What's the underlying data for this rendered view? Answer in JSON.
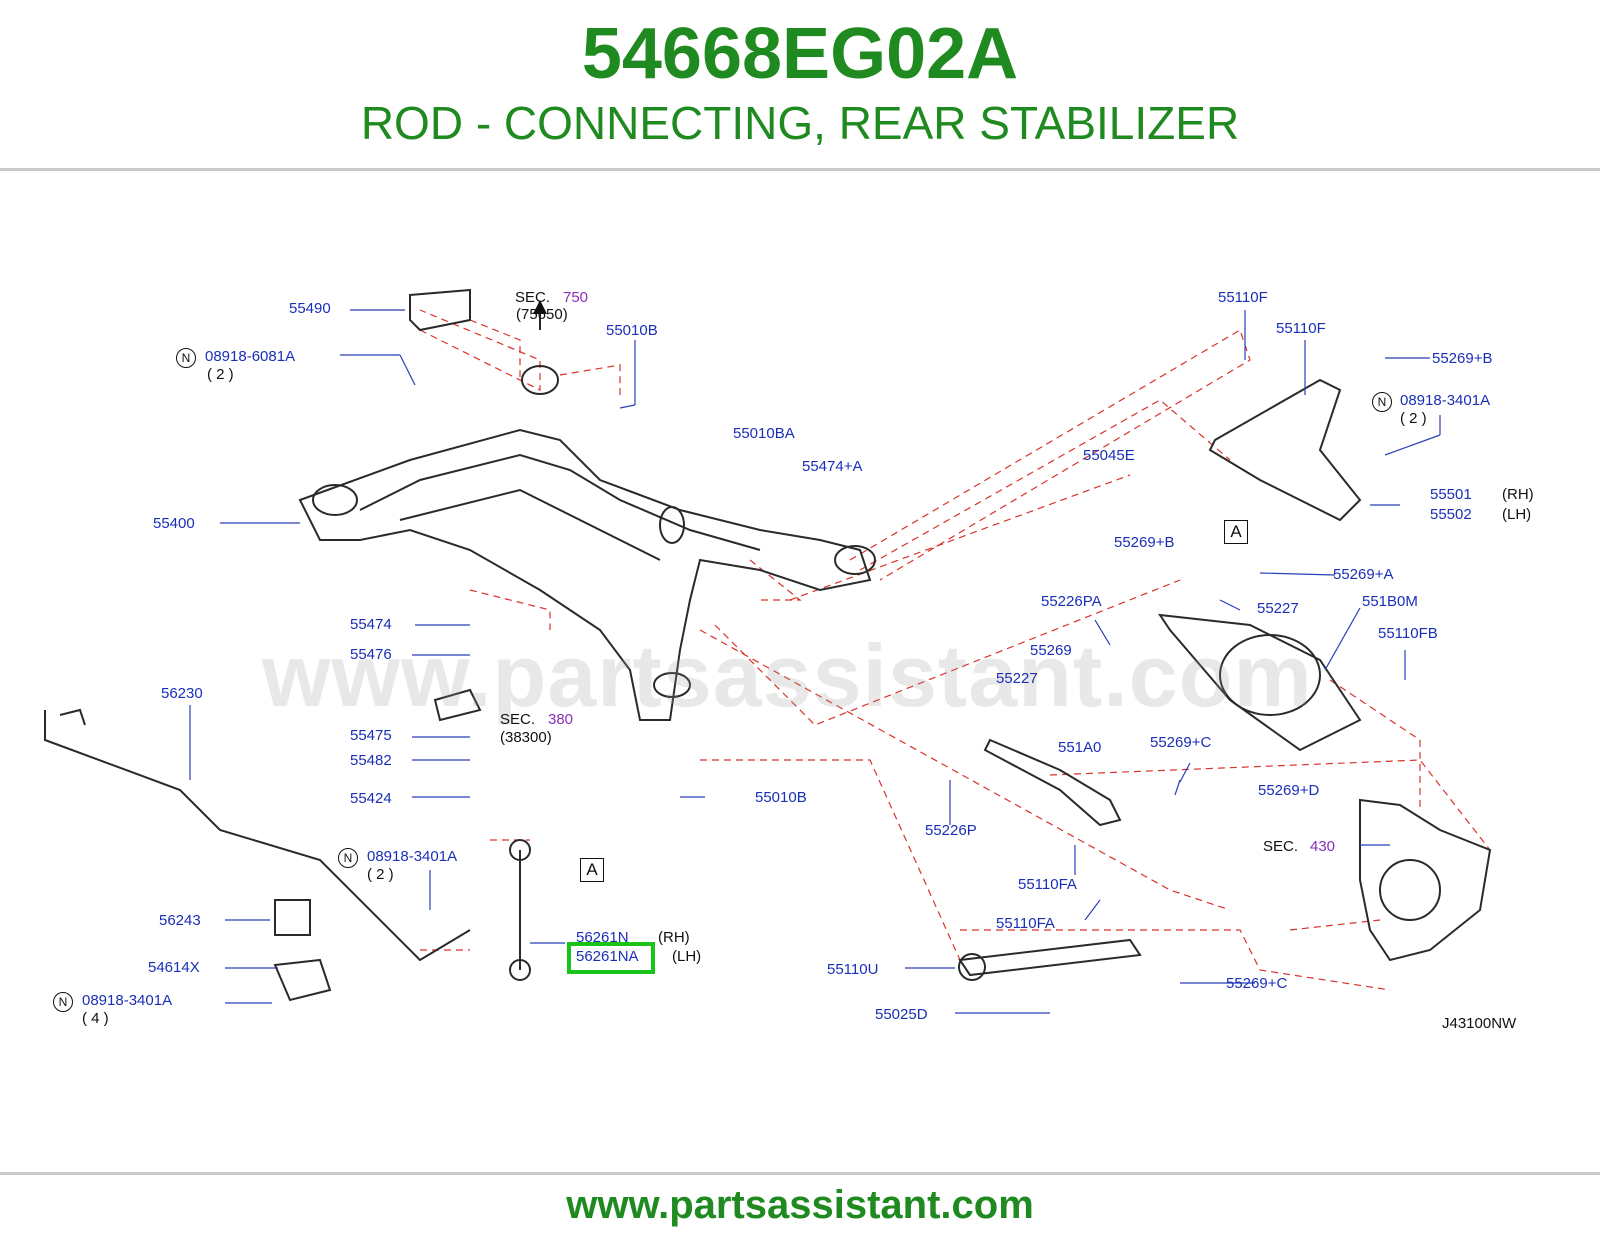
{
  "header": {
    "part_number": "54668EG02A",
    "part_description": "ROD - CONNECTING, REAR STABILIZER"
  },
  "diagram": {
    "watermark": "www.partsassistant.com",
    "drawing_code": "J43100NW",
    "highlighted_part": "56261NA",
    "labels": {
      "p55490": "55490",
      "sec_750": "SEC.",
      "sec_750_num": "750",
      "sec_750_sub": "(75650)",
      "p55010b_top": "55010B",
      "n_08918_6081a": "08918-6081A",
      "n_08918_6081a_qty": "( 2 )",
      "p55010ba": "55010BA",
      "p55474a": "55474+A",
      "p55400": "55400",
      "p55474": "55474",
      "p55476": "55476",
      "sec_380": "SEC.",
      "sec_380_num": "380",
      "sec_380_sub": "(38300)",
      "p56230": "56230",
      "p55475": "55475",
      "p55482": "55482",
      "p55424": "55424",
      "p55010b_bottom": "55010B",
      "n_08918_3401a_mid": "08918-3401A",
      "n_08918_3401a_mid_qty": "( 2 )",
      "p56243": "56243",
      "p54614x": "54614X",
      "n_08918_3401a_low": "08918-3401A",
      "n_08918_3401a_low_qty": "( 4 )",
      "p56261n": "56261N",
      "rh_1": "(RH)",
      "p56261na": "56261NA",
      "lh_1": "(LH)",
      "p55110f_a": "55110F",
      "p55110f_b": "55110F",
      "p55269b_top": "55269+B",
      "n_08918_3401a_top": "08918-3401A",
      "n_08918_3401a_top_qty": "( 2 )",
      "p55045e": "55045E",
      "p55501": "55501",
      "rh_2": "(RH)",
      "p55502": "55502",
      "lh_2": "(LH)",
      "p55269b_bot": "55269+B",
      "p55269a": "55269+A",
      "p55226pa": "55226PA",
      "p55227_a": "55227",
      "p551b0m": "551B0M",
      "p55110fb": "55110FB",
      "p55269": "55269",
      "p55227_b": "55227",
      "p551a0": "551A0",
      "p55269c_top": "55269+C",
      "p55269d": "55269+D",
      "p55226p": "55226P",
      "sec_430": "SEC.",
      "sec_430_num": "430",
      "p55110fa_a": "55110FA",
      "p55110fa_b": "55110FA",
      "p55110u": "55110U",
      "p55269c_bot": "55269+C",
      "p55025d": "55025D"
    },
    "ref_marks": {
      "a1": "A",
      "a2": "A",
      "n": "N"
    }
  },
  "footer": {
    "url": "www.partsassistant.com"
  },
  "colors": {
    "brand_green": "#1f8a1f",
    "label_blue": "#1a2fb8",
    "section_purple": "#8a2fb8",
    "highlight": "#17c417",
    "dash_red": "#d9332b"
  }
}
